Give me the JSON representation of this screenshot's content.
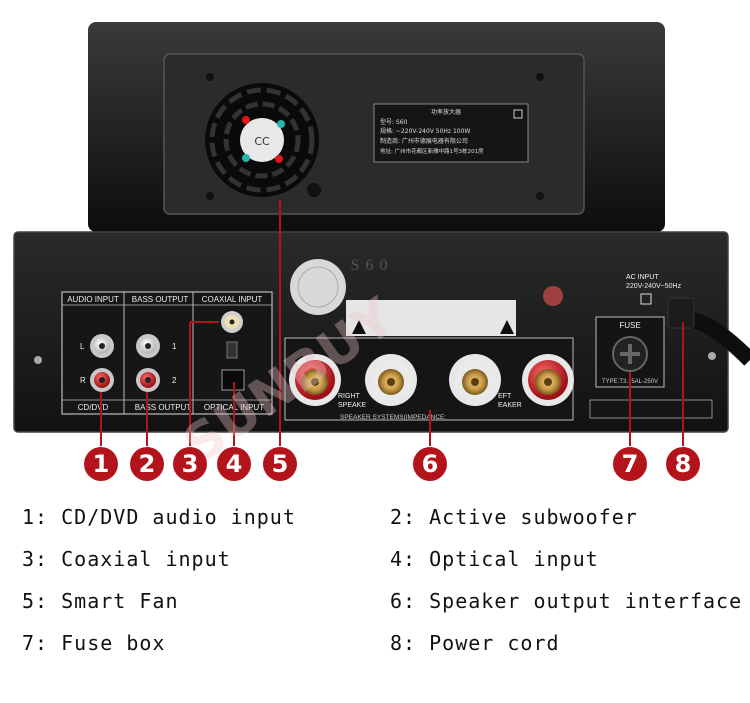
{
  "panel": {
    "audio_input": "AUDIO INPUT",
    "bass_output": "BASS OUTPUT",
    "coaxial_input": "COAXIAL INPUT",
    "cd_dvd": "CD/DVD",
    "bass_output_bottom": "BASS OUTPUT",
    "optical_input": "OPTICAL INPUT",
    "jack_l": "L",
    "jack_r": "R",
    "jack_1": "1",
    "jack_2": "2",
    "right_speaker_1": "RIGHT",
    "right_speaker_2": "SPEAKE",
    "left_speaker_1": "EFT",
    "left_speaker_2": "EAKER",
    "speaker_systems": "SPEAKER SYSTEMS(IMPEDANCE:",
    "fuse": "FUSE",
    "fuse_type": "TYPE:T3.15AL-250V",
    "ac_input": "AC INPUT",
    "ac_rating": "220V-240V~50Hz",
    "model_mark": "S60"
  },
  "fan_plate": {
    "title": "功率放大器",
    "model": "型号: S60",
    "spec": "规格: ~220V-240V 50Hz 100W",
    "maker": "制造商: 广州市德展电器有限公司",
    "address": "地址: 广州市花都区新雅中路1号3栋201房",
    "fan_badge": "CC"
  },
  "watermark": "SUNBUY",
  "callouts": [
    "1",
    "2",
    "3",
    "4",
    "5",
    "6",
    "7",
    "8"
  ],
  "legend": {
    "item1": "1: CD/DVD audio input",
    "item2": "2: Active subwoofer",
    "item3": "3: Coaxial input",
    "item4": "4: Optical input",
    "item5": "5: Smart Fan",
    "item6": "6: Speaker output interface",
    "item7": "7: Fuse box",
    "item8": "8: Power cord"
  },
  "colors": {
    "callout": "#b3141b",
    "chassis": "#1a1a1a",
    "terminal_red": "#c8252a"
  }
}
